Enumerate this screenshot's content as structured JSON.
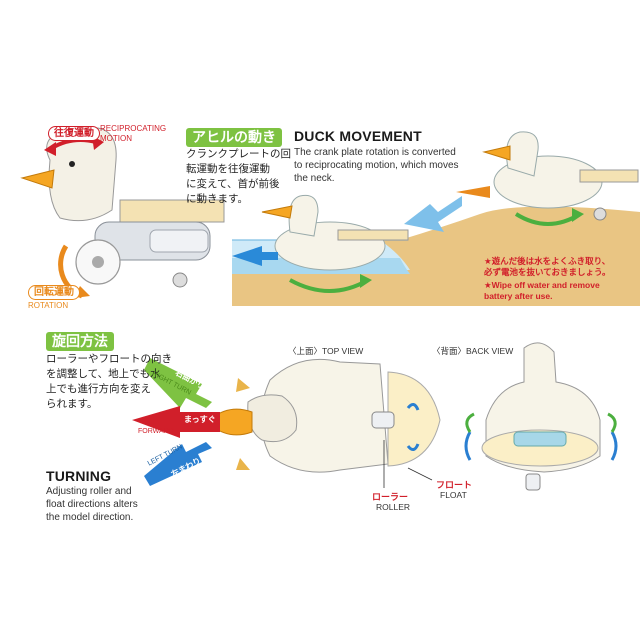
{
  "top": {
    "reciprocating_jp": "往復運動",
    "reciprocating_en_1": "RECIPROCATING",
    "reciprocating_en_2": "MOTION",
    "rotation_jp": "回転運動",
    "rotation_en": "ROTATION",
    "duck_badge": "アヒルの動き",
    "duck_jp_1": "クランクプレートの回",
    "duck_jp_2": "転運動を往復運動",
    "duck_jp_3": "に変えて、首が前後",
    "duck_jp_4": "に動きます。",
    "title": "DUCK MOVEMENT",
    "desc_1": "The crank plate rotation is converted",
    "desc_2": "to reciprocating motion, which moves",
    "desc_3": "the neck.",
    "warn_jp_1": "★遊んだ後は水をよくふき取り、",
    "warn_jp_2": "必ず電池を抜いておきましょう。",
    "warn_en_1": "★Wipe off water and remove",
    "warn_en_2": "battery after use."
  },
  "bottom": {
    "badge": "旋回方法",
    "jp_1": "ローラーやフロートの向き",
    "jp_2": "を調整して、地上でも水",
    "jp_3": "上でも進行方向を変え",
    "jp_4": "られます。",
    "title": "TURNING",
    "desc_1": "Adjusting roller and",
    "desc_2": "float directions alters",
    "desc_3": "the model direction.",
    "top_view": "〈上面〉TOP VIEW",
    "back_view": "〈背面〉BACK VIEW",
    "right_turn_jp": "右曲がり",
    "right_turn_en": "RIGHT TURN",
    "forward_jp": "まっすぐ",
    "forward_en": "FORWARD",
    "left_turn_jp": "左まわり",
    "left_turn_en": "LEFT TURN",
    "roller_jp": "ローラー",
    "roller_en": "ROLLER",
    "float_jp": "フロート",
    "float_en": "FLOAT"
  },
  "colors": {
    "green": "#7ec242",
    "orange": "#e98a1d",
    "blue": "#2a7fd1",
    "red": "#d11f2a",
    "sand": "#e9c583",
    "water": "#bfe3f4"
  }
}
